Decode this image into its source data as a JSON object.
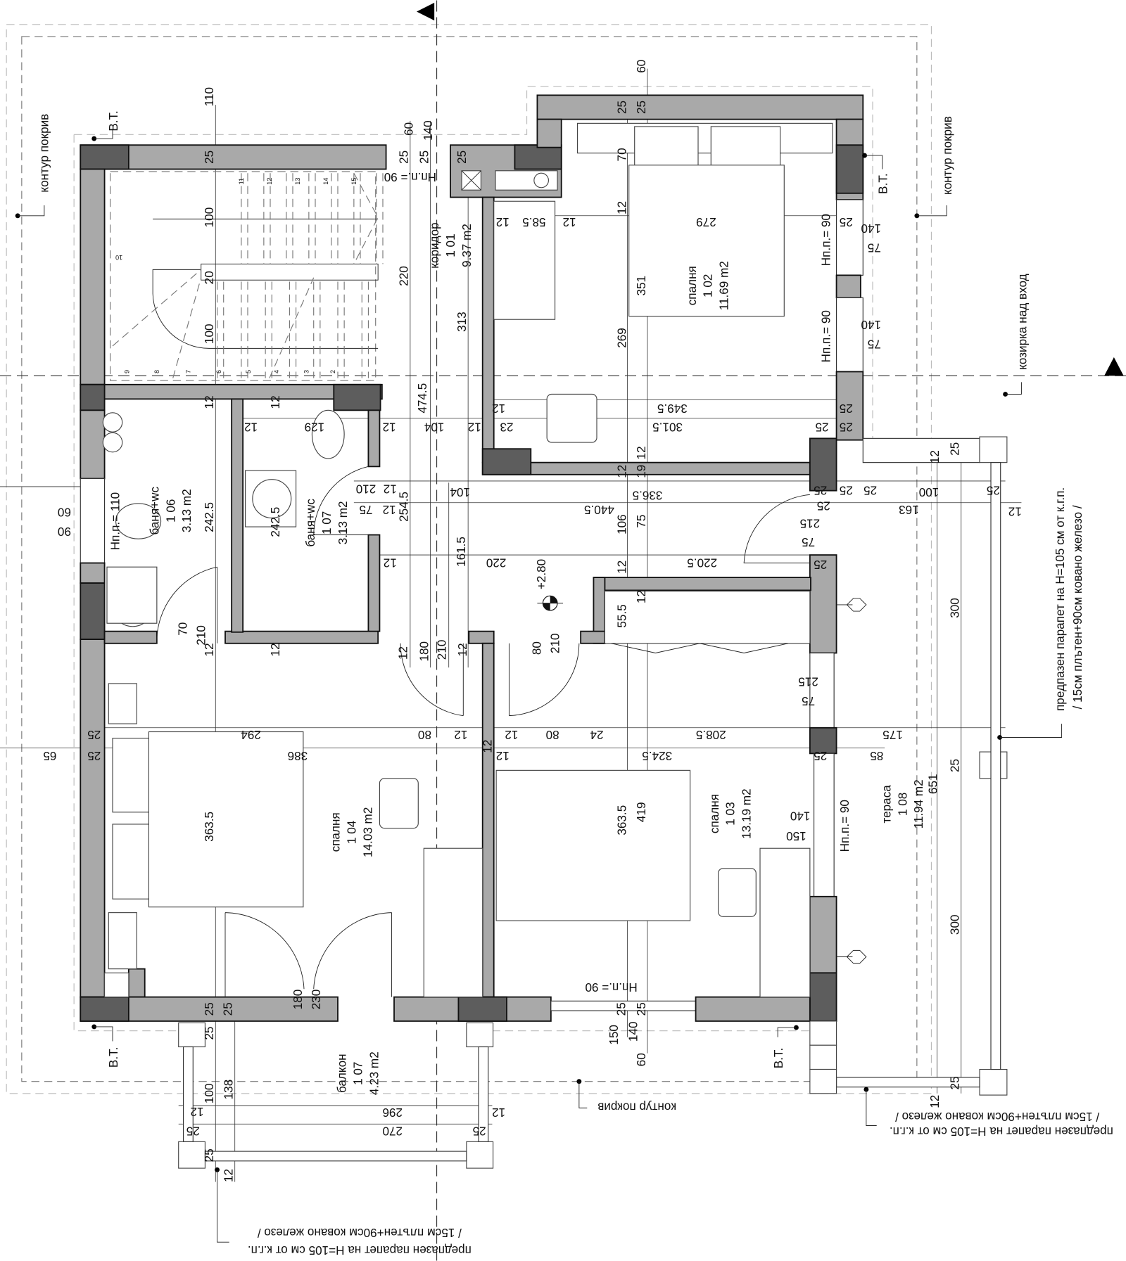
{
  "colors": {
    "wall": "#a9a9a9",
    "column": "#5d5d5d",
    "line": "#111111",
    "background": "#ffffff"
  },
  "rooms": [
    {
      "name": "коридор",
      "number": "1 01",
      "area": "9.37 m2"
    },
    {
      "name": "спалня",
      "number": "1 02",
      "area": "11.69 m2"
    },
    {
      "name": "баня+wc",
      "number": "1 06",
      "area": "3.13 m2"
    },
    {
      "name": "баня+wc",
      "number": "1 07",
      "area": "3.13 m2"
    },
    {
      "name": "спалня",
      "number": "1 04",
      "area": "14.03 m2"
    },
    {
      "name": "спалня",
      "number": "1 03",
      "area": "13.19 m2"
    },
    {
      "name": "тераса",
      "number": "1 08",
      "area": "11.94 m2"
    },
    {
      "name": "балкон",
      "number": "1 07",
      "area": "4.23 m2"
    }
  ],
  "annotations": {
    "roof_contour": "контур покрив",
    "downpipe": "В.Т.",
    "canopy": "козирка над вход",
    "parapet_line1": "предпазен парапет на H=105 см от к.г.п.",
    "parapet_line2": "/ 15см плътен+90см ковано железо /"
  },
  "stair_steps": [
    "2",
    "3",
    "4",
    "5",
    "6",
    "7",
    "8",
    "9",
    "10",
    "11",
    "12",
    "13",
    "14",
    "15"
  ],
  "dimensions": [
    "110",
    "25",
    "100",
    "20",
    "100",
    "12",
    "12",
    "60",
    "140",
    "25",
    "25",
    "25",
    "Нп.п.= 90",
    "220",
    "313",
    "474.5",
    "60",
    "25",
    "25",
    "70",
    "12",
    "58.5",
    "12",
    "12",
    "279",
    "351",
    "269",
    "Нп.п.= 90",
    "25",
    "140",
    "75",
    "Нп.п.= 90",
    "140",
    "75",
    "12",
    "349.5",
    "25",
    "12",
    "129",
    "12",
    "104",
    "12",
    "23",
    "301.5",
    "25",
    "25",
    "12",
    "12",
    "19",
    "336.5",
    "25",
    "25",
    "25",
    "100",
    "25",
    "12",
    "25",
    "210",
    "12",
    "104",
    "75",
    "12",
    "254.5",
    "440.5",
    "106",
    "75",
    "163",
    "12",
    "25",
    "215",
    "75",
    "242.5",
    "242.5",
    "60",
    "90",
    "Нп.п.= 110",
    "12",
    "161.5",
    "220",
    "12",
    "12",
    "220.5",
    "25",
    "+2.80",
    "55.5",
    "300",
    "70",
    "210",
    "12",
    "12",
    "12",
    "180",
    "210",
    "12",
    "80",
    "210",
    "215",
    "75",
    "25",
    "294",
    "80",
    "12",
    "12",
    "80",
    "24",
    "208.5",
    "175",
    "65",
    "25",
    "386",
    "12",
    "12",
    "324.5",
    "25",
    "85",
    "651",
    "25",
    "363.5",
    "363.5",
    "419",
    "140",
    "150",
    "Нп.п.= 90",
    "180",
    "230",
    "Нп.п.= 90",
    "25",
    "25",
    "25",
    "25",
    "150",
    "140",
    "60",
    "25",
    "100",
    "138",
    "12",
    "296",
    "12",
    "25",
    "270",
    "25",
    "25",
    "12",
    "300",
    "25",
    "12"
  ]
}
